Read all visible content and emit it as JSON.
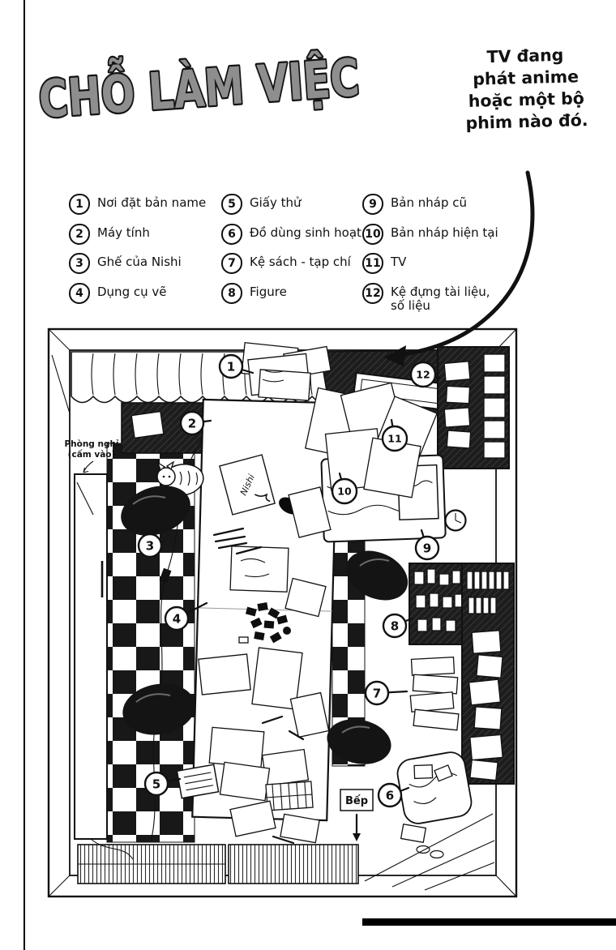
{
  "title": "CHỖ LÀM VIỆC",
  "note": {
    "lines": [
      "TV đang",
      "phát anime",
      "hoặc một bộ",
      "phim nào đó."
    ]
  },
  "legend": {
    "items": [
      {
        "num": "1",
        "label": "Nơi đặt bản name"
      },
      {
        "num": "2",
        "label": "Máy tính"
      },
      {
        "num": "3",
        "label": "Ghế của Nishi"
      },
      {
        "num": "4",
        "label": "Dụng cụ vẽ"
      },
      {
        "num": "5",
        "label": "Giấy thử"
      },
      {
        "num": "6",
        "label": "Đồ dùng sinh hoạt"
      },
      {
        "num": "7",
        "label": "Kệ sách - tạp chí"
      },
      {
        "num": "8",
        "label": "Figure"
      },
      {
        "num": "9",
        "label": "Bản nháp cũ"
      },
      {
        "num": "10",
        "label": "Bản nháp hiện tại"
      },
      {
        "num": "11",
        "label": "TV"
      },
      {
        "num": "12",
        "label": "Kệ đựng tài liệu,\nsố liệu"
      }
    ]
  },
  "diagram": {
    "markers": [
      "1",
      "2",
      "3",
      "4",
      "5",
      "6",
      "7",
      "8",
      "9",
      "10",
      "11",
      "12"
    ],
    "labels": {
      "rest_room_line1": "Phòng nghỉ",
      "rest_room_line2": "(cấm vào)",
      "kitchen": "Bếp",
      "desk_paper": "Nishi"
    }
  },
  "colors": {
    "ink": "#111111",
    "title_fill": "#8e8e8e"
  }
}
